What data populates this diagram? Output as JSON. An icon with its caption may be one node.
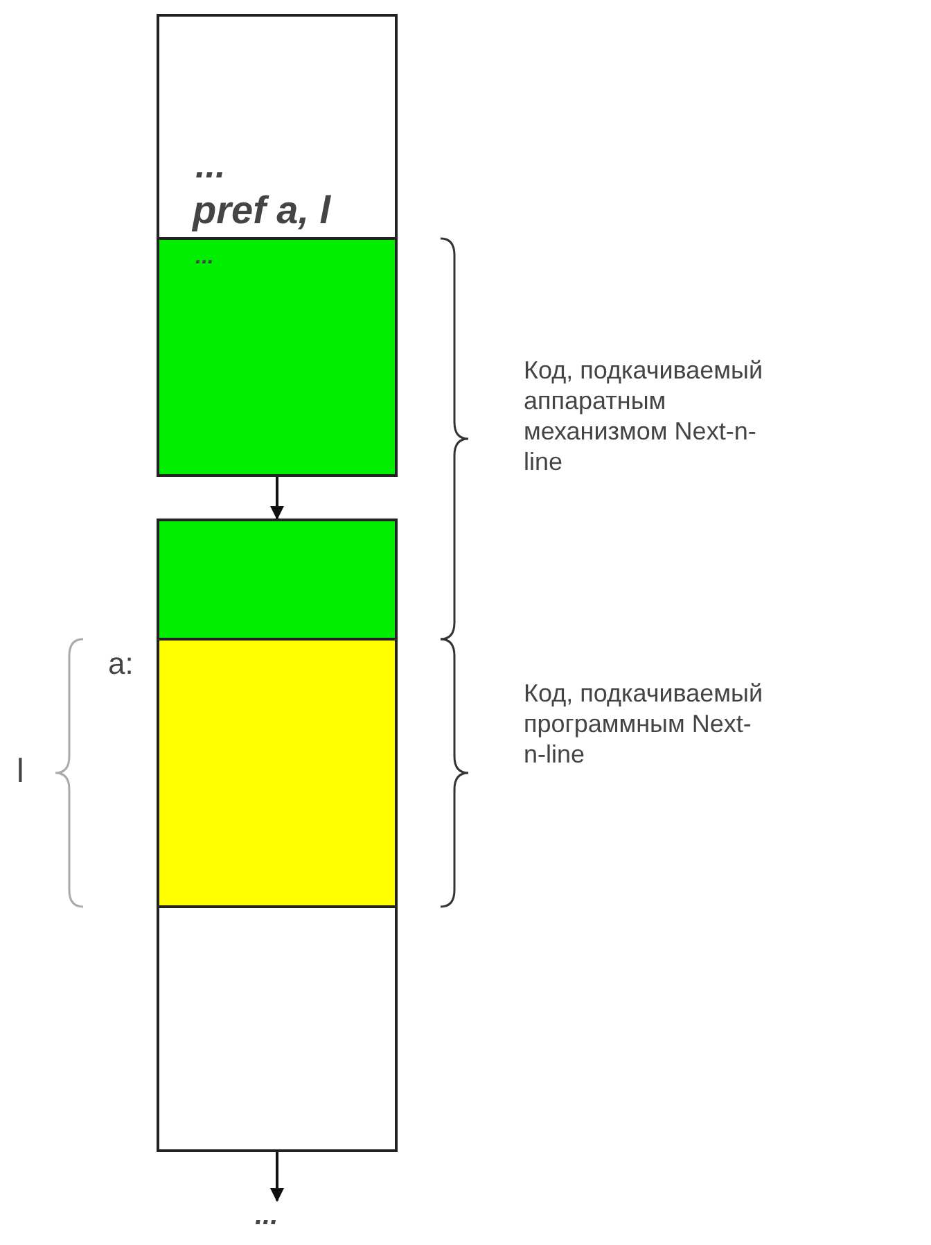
{
  "diagram": {
    "nodes": [
      {
        "text": [
          "...",
          "pref a, l"
        ]
      },
      {
        "text": [
          "..."
        ]
      },
      {
        "text": [],
        "shape": "box"
      },
      {
        "text": [],
        "shape": "box"
      },
      {
        "text": [],
        "shape": "box"
      },
      {
        "text": [
          "..."
        ]
      }
    ],
    "edges": [
      {
        "from": 1,
        "to": 2,
        "arrow": "to"
      },
      {
        "from": 4,
        "to": 5,
        "arrow": "to"
      }
    ],
    "labels": [
      "Код, подкачиваемый аппаратным механизмом Next-n-line",
      "a:",
      "Код, подкачиваемый программным Next-n-line",
      "l"
    ]
  }
}
